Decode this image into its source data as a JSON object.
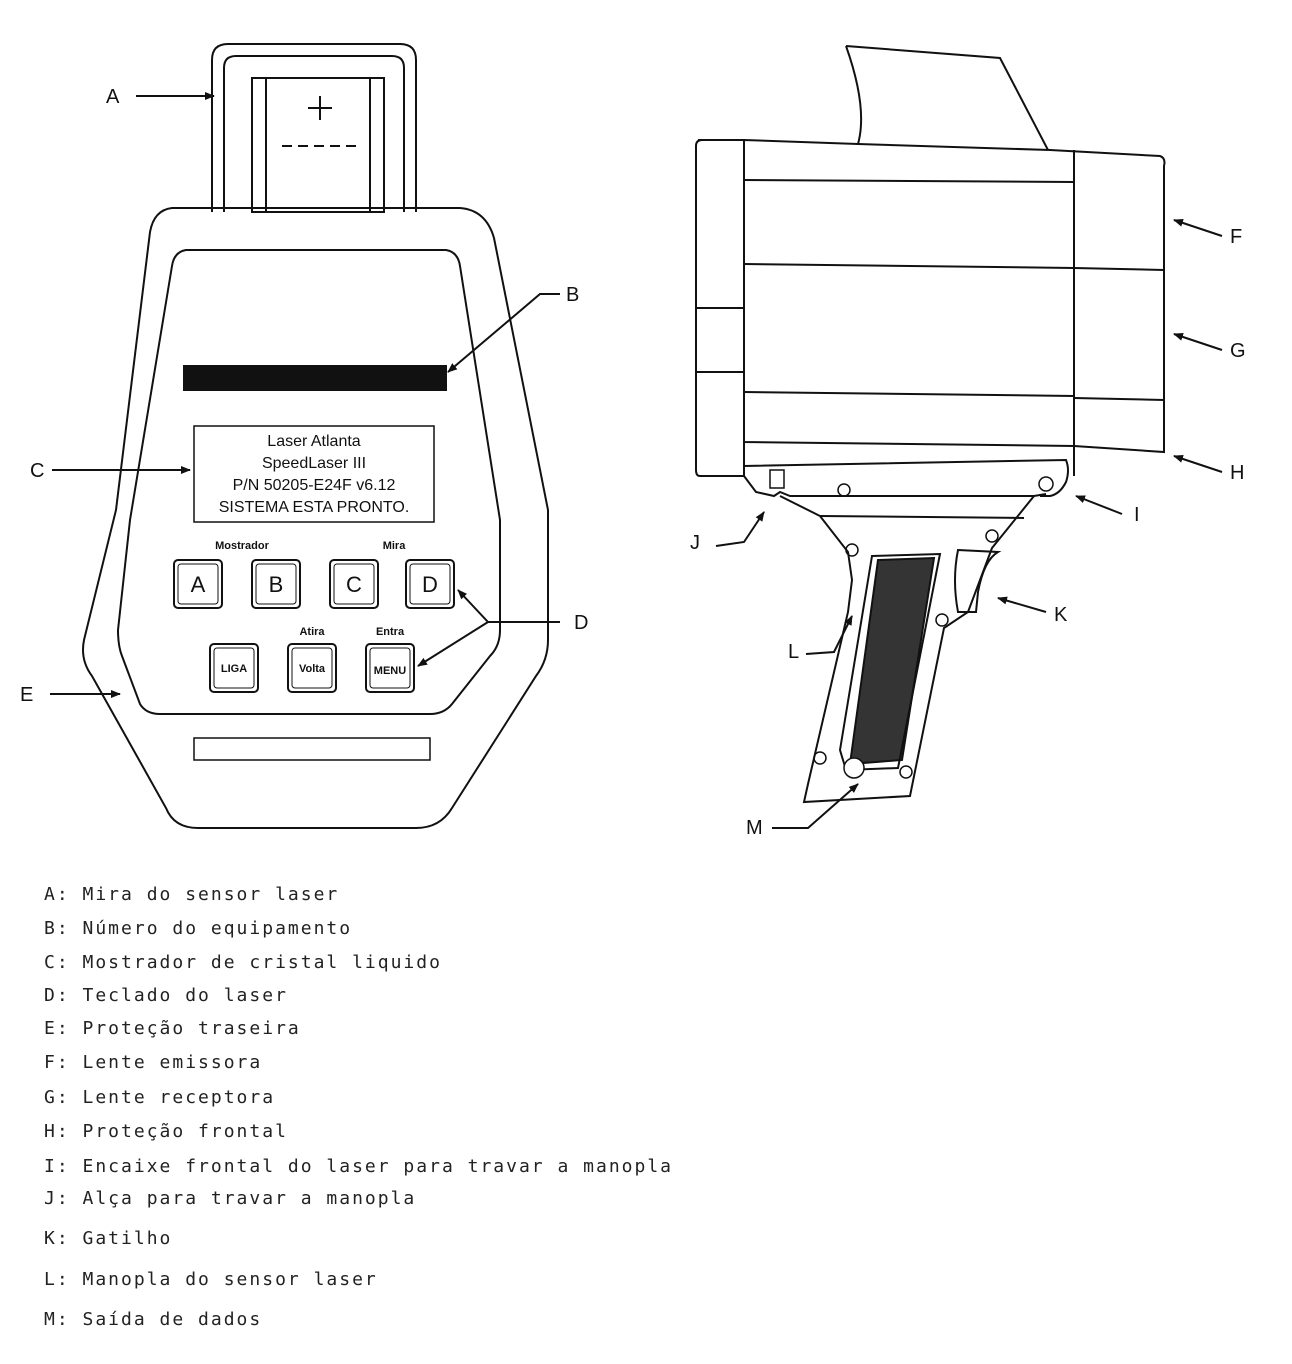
{
  "device": {
    "lcd_lines": [
      "Laser Atlanta",
      "SpeedLaser III",
      "P/N 50205-E24F v6.12",
      "SISTEMA ESTA PRONTO."
    ],
    "key_group_labels": {
      "display": "Mostrador",
      "aim": "Mira",
      "fire": "Atira",
      "enter": "Entra"
    },
    "keys_top": [
      "A",
      "B",
      "C",
      "D"
    ],
    "keys_bottom": [
      "LIGA",
      "Volta",
      "MENU"
    ]
  },
  "callouts": {
    "A": "A",
    "B": "B",
    "C": "C",
    "D": "D",
    "E": "E",
    "F": "F",
    "G": "G",
    "H": "H",
    "I": "I",
    "J": "J",
    "K": "K",
    "L": "L",
    "M": "M"
  },
  "legend": [
    "A: Mira do sensor laser",
    "B: Número do equipamento",
    "C: Mostrador de cristal liquido",
    "D: Teclado do laser",
    "E: Proteção traseira",
    "F: Lente emissora",
    "G: Lente receptora",
    "H: Proteção frontal",
    "I: Encaixe frontal do laser para travar a manopla",
    "J: Alça para travar a manopla",
    "K: Gatilho",
    "L: Manopla do sensor laser",
    "M: Saída de dados"
  ]
}
